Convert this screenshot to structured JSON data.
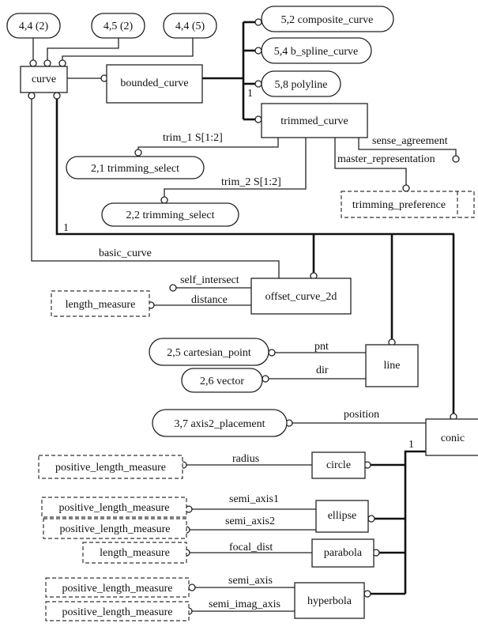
{
  "entities": {
    "curve": "curve",
    "bounded_curve": "bounded_curve",
    "trimmed_curve": "trimmed_curve",
    "offset_curve_2d": "offset_curve_2d",
    "line": "line",
    "conic": "conic",
    "circle": "circle",
    "ellipse": "ellipse",
    "parabola": "parabola",
    "hyperbola": "hyperbola"
  },
  "references": {
    "ref_44_2": "4,4 (2)",
    "ref_45_2": "4,5 (2)",
    "ref_44_5": "4,4 (5)",
    "composite_curve": "5,2 composite_curve",
    "b_spline_curve": "5,4 b_spline_curve",
    "polyline": "5,8 polyline",
    "trimming_select_1": "2,1 trimming_select",
    "trimming_select_2": "2,2 trimming_select",
    "cartesian_point": "2,5 cartesian_point",
    "vector": "2,6 vector",
    "axis2_placement": "3,7 axis2_placement"
  },
  "types": {
    "trimming_preference": "trimming_preference",
    "length_measure_1": "length_measure",
    "plm_radius": "positive_length_measure",
    "plm_semi_axis1": "positive_length_measure",
    "plm_semi_axis2": "positive_length_measure",
    "length_measure_2": "length_measure",
    "plm_semi_axis": "positive_length_measure",
    "plm_semi_imag_axis": "positive_length_measure"
  },
  "attributes": {
    "trim_1": "trim_1 S[1:2]",
    "trim_2": "trim_2 S[1:2]",
    "sense_agreement": "sense_agreement",
    "master_representation": "master_representation",
    "basic_curve": "basic_curve",
    "self_intersect": "self_intersect",
    "distance": "distance",
    "pnt": "pnt",
    "dir": "dir",
    "position": "position",
    "radius": "radius",
    "semi_axis1": "semi_axis1",
    "semi_axis2": "semi_axis2",
    "focal_dist": "focal_dist",
    "semi_axis": "semi_axis",
    "semi_imag_axis": "semi_imag_axis"
  },
  "cardinality": {
    "bounded_one": "1",
    "curve_one": "1",
    "conic_one": "1"
  }
}
